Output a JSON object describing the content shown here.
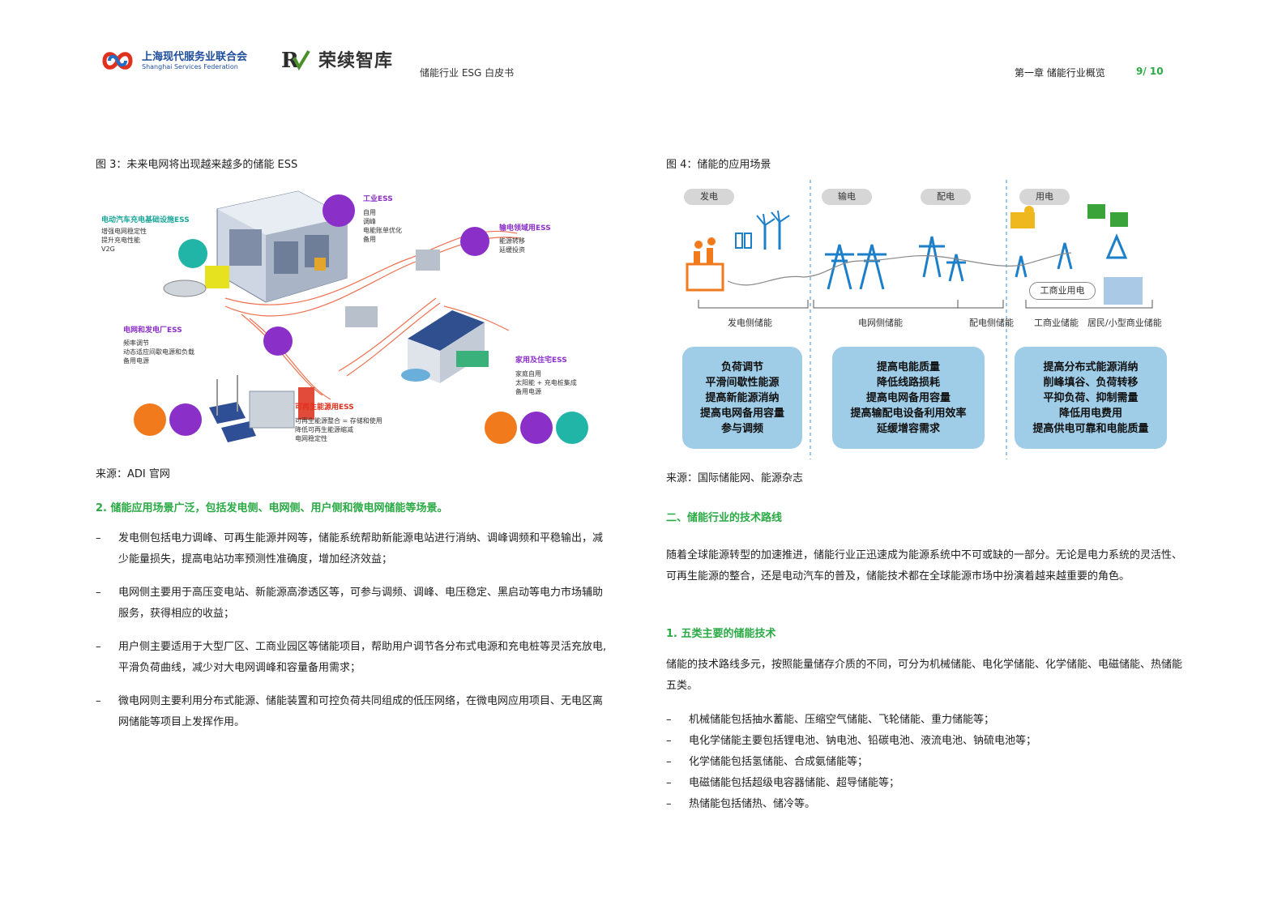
{
  "header": {
    "federation_cn": "上海现代服务业联合会",
    "federation_en": "Shanghai Services Federation",
    "think_tank": "荣续智库",
    "doc_title": "储能行业 ESG 白皮书",
    "chapter": "第一章 储能行业概览",
    "page": "9/ 10"
  },
  "left": {
    "fig3_caption": "图 3：未来电网将出现越来越多的储能 ESS",
    "fig3": {
      "ev": {
        "title": "电动汽车充电基础设施ESS",
        "items": "增强电网稳定性\n提升充电性能\nV2G"
      },
      "industrial": {
        "title": "工业ESS",
        "items": "自用\n调峰\n电能账单优化\n备用"
      },
      "transmission": {
        "title": "输电领域用ESS",
        "items": "能源转移\n延缓投资"
      },
      "grid": {
        "title": "电网和发电厂ESS",
        "items": "频率调节\n动态适应间歇电源和负载\n备用电源"
      },
      "home": {
        "title": "家用及住宅ESS",
        "items": "家庭自用\n太阳能 + 充电桩集成\n备用电源"
      },
      "renewable": {
        "title": "可再生能源用ESS",
        "items": "可再生能源整合 = 存储和使用\n降低可再生能源缩减\n电网稳定性"
      }
    },
    "fig3_source": "来源：ADI 官网",
    "heading2": "2.   储能应用场景广泛，包括发电侧、电网侧、用户侧和微电网储能等场景。",
    "bullets": [
      "发电侧包括电力调峰、可再生能源并网等，储能系统帮助新能源电站进行消纳、调峰调频和平稳输出，减少能量损失，提高电站功率预测性准确度，增加经济效益；",
      "电网侧主要用于高压变电站、新能源高渗透区等，可参与调频、调峰、电压稳定、黑启动等电力市场辅助服务，获得相应的收益；",
      "用户侧主要适用于大型厂区、工商业园区等储能项目，帮助用户调节各分布式电源和充电桩等灵活充放电,平滑负荷曲线，减少对大电网调峰和容量备用需求；",
      "微电网则主要利用分布式能源、储能装置和可控负荷共同组成的低压网络，在微电网应用项目、无电区离网储能等项目上发挥作用。"
    ],
    "dash": "–"
  },
  "right": {
    "fig4_caption": "图 4：储能的应用场景",
    "fig4": {
      "pills": [
        "发电",
        "输电",
        "配电",
        "用电"
      ],
      "commercial_tag": "工商业用电",
      "categories": [
        "发电侧储能",
        "电网侧储能",
        "配电侧储能",
        "工商业储能",
        "居民/小型商业储能"
      ],
      "boxes": [
        [
          "负荷调节",
          "平滑间歇性能源",
          "提高新能源消纳",
          "提高电网备用容量",
          "参与调频"
        ],
        [
          "提高电能质量",
          "降低线路损耗",
          "提高电网备用容量",
          "提高输配电设备利用效率",
          "延缓增容需求"
        ],
        [
          "提高分布式能源消纳",
          "削峰填谷、负荷转移",
          "平抑负荷、抑制需量",
          "降低用电费用",
          "提高供电可靠和电能质量"
        ]
      ]
    },
    "fig4_source": "来源：国际储能网、能源杂志",
    "section2": "二、储能行业的技术路线",
    "intro": "随着全球能源转型的加速推进，储能行业正迅速成为能源系统中不可或缺的一部分。无论是电力系统的灵活性、可再生能源的整合，还是电动汽车的普及，储能技术都在全球能源市场中扮演着越来越重要的角色。",
    "heading1": "1.   五类主要的储能技术",
    "tech_intro": "储能的技术路线多元，按照能量储存介质的不同，可分为机械储能、电化学储能、化学储能、电磁储能、热储能五类。",
    "bullets": [
      "机械储能包括抽水蓄能、压缩空气储能、飞轮储能、重力储能等；",
      "电化学储能主要包括锂电池、钠电池、铅碳电池、液流电池、钠硫电池等；",
      "化学储能包括氢储能、合成氨储能等；",
      "电磁储能包括超级电容器储能、超导储能等；",
      "热储能包括储热、储冷等。"
    ]
  },
  "colors": {
    "accent_green": "#2aaa44",
    "box_blue": "#9fcde8",
    "ess_purple": "#8b2fc9",
    "ess_red": "#e0301e"
  }
}
